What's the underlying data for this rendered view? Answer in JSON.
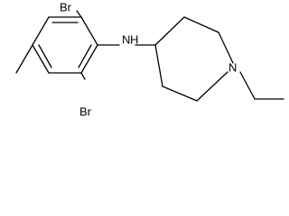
{
  "labels": {
    "br_top": "Br",
    "br_bottom": "Br",
    "nh": "N",
    "h": "H",
    "n_ring": "N"
  }
}
